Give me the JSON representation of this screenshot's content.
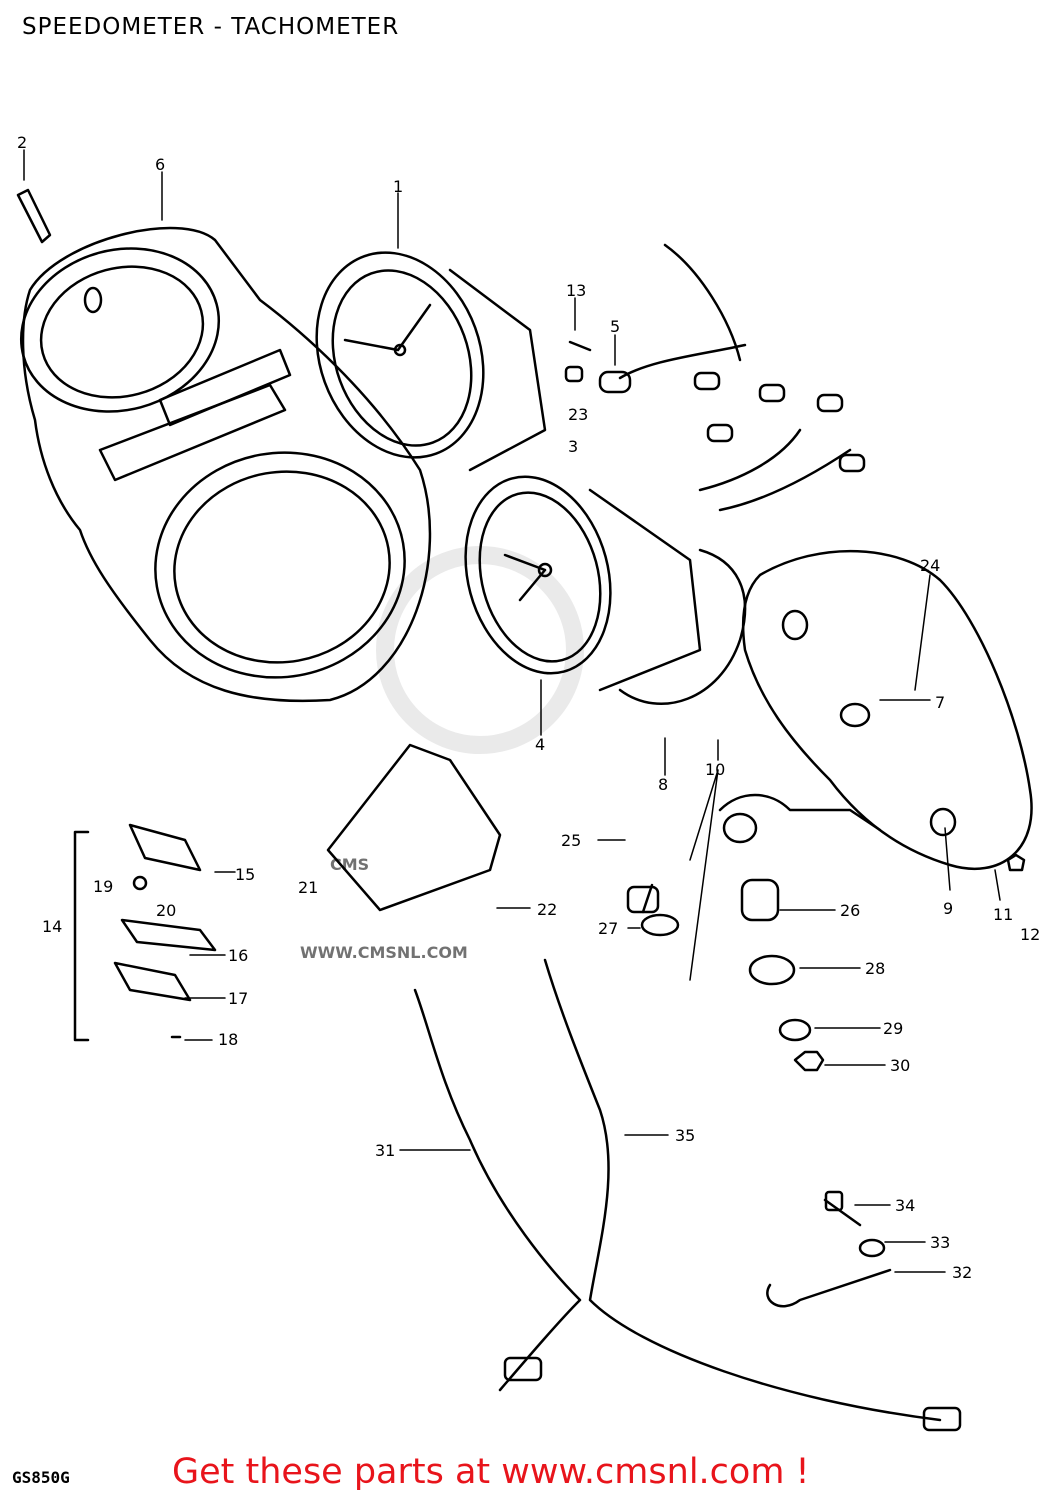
{
  "header": {
    "title": "SPEEDOMETER - TACHOMETER"
  },
  "footer": {
    "model_code": "GS850G",
    "cta_text": "Get these parts at www.cmsnl.com !"
  },
  "watermark": {
    "logo_text": "CMS",
    "url_text": "WWW.CMSNL.COM"
  },
  "callouts": [
    "1",
    "2",
    "3",
    "4",
    "5",
    "6",
    "7",
    "8",
    "9",
    "10",
    "11",
    "12",
    "13",
    "14",
    "15",
    "16",
    "17",
    "18",
    "19",
    "20",
    "21",
    "22",
    "23",
    "24",
    "25",
    "26",
    "27",
    "28",
    "29",
    "30",
    "31",
    "32",
    "33",
    "34",
    "35"
  ],
  "colors": {
    "cta": "#e8141b",
    "line": "#000000",
    "watermark": "#d8d8d8"
  }
}
